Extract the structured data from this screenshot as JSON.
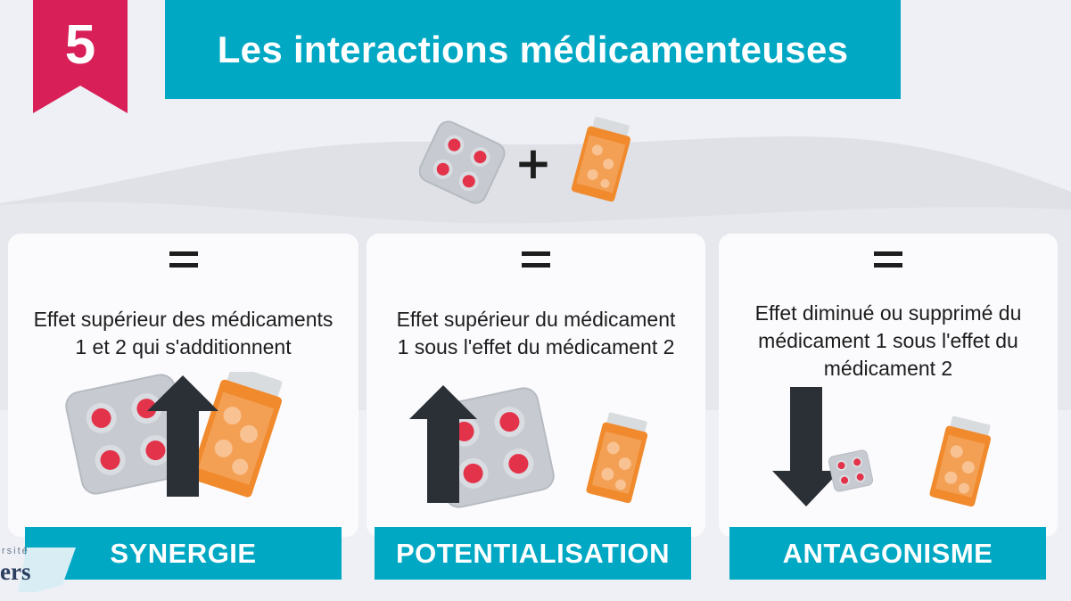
{
  "slide": {
    "number": "5",
    "title": "Les interactions médicamenteuses"
  },
  "combo": {
    "operator": "+"
  },
  "cards": [
    {
      "equals": "=",
      "line1": "Effet supérieur des médicaments",
      "line2": "1 et 2 qui s'additionnent",
      "line3": "",
      "label": "SYNERGIE",
      "arrow": "up"
    },
    {
      "equals": "=",
      "line1": "Effet supérieur du médicament",
      "line2": "1 sous l'effet du médicament 2",
      "line3": "",
      "label": "POTENTIALISATION",
      "arrow": "up"
    },
    {
      "equals": "=",
      "line1": "Effet diminué ou supprimé du",
      "line2": "médicament 1 sous l'effet du",
      "line3": "médicament 2",
      "label": "ANTAGONISME",
      "arrow": "down"
    }
  ],
  "logo": {
    "small": "rsité",
    "big": "ers"
  },
  "colors": {
    "accent": "#00a8c4",
    "ribbon": "#d81f57",
    "arrow": "#2b2f36",
    "pill_red": "#e3334a",
    "bottle_orange": "#f08a2c"
  },
  "icons": [
    "blister-pack-icon",
    "pill-bottle-icon",
    "arrow-up-icon",
    "arrow-down-icon",
    "ribbon-badge-icon"
  ]
}
